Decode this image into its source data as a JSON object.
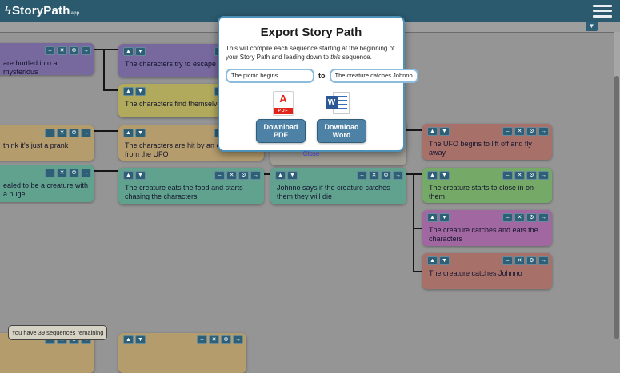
{
  "header": {
    "app_name": "StoryPath",
    "app_suffix": "app"
  },
  "icons": {
    "bolt": "ϟ",
    "filter": "▼",
    "pdf_letter": "A",
    "pdf_label": "PDF",
    "word_letter": "W",
    "menu": "hamburger"
  },
  "card_buttons": {
    "up": "▲",
    "down": "▼",
    "minimize": "–",
    "delete": "✕",
    "settings": "⚙",
    "link": "→"
  },
  "colors": {
    "header_bg": "#2b5a6e",
    "canvas_bg": "#959595",
    "card_button": "#2d5f76",
    "modal_border": "#4d90b8",
    "modal_button": "#4d81a6",
    "link": "#3e3ed8",
    "purple": "#77689d",
    "tan": "#b59c6d",
    "teal": "#61a28f",
    "olive": "#b1a95b",
    "rose": "#a7716a",
    "green": "#75a967",
    "magenta": "#a167a0"
  },
  "modal": {
    "title": "Export Story Path",
    "desc_before": "This will compile each sequence starting at the beginning of your Story Path and leading down to ",
    "desc_emphasis": "this",
    "desc_after": " sequence.",
    "from_value": "The picnic begins",
    "to_label": "to",
    "to_value": "The creature catches Johnno",
    "pdf_button": "Download PDF",
    "word_button": "Download Word",
    "close_label": "Close"
  },
  "status": {
    "remaining": "You have 39 sequences remaining"
  },
  "cards": [
    {
      "text": "are hurtled into a mysterious",
      "color": "#77689d"
    },
    {
      "text": "think it's just a prank",
      "color": "#b59c6d"
    },
    {
      "text": "ealed to be a creature with a huge",
      "color": "#61a28f"
    },
    {
      "text": "The characters try to escape",
      "color": "#77689d"
    },
    {
      "text": "The characters find themselves in limbo",
      "color": "#b1a95b"
    },
    {
      "text": "The characters are hit by an energy beam from the UFO",
      "color": "#b59c6d"
    },
    {
      "text": "The creature eats the food and starts chasing the characters",
      "color": "#61a28f"
    },
    {
      "text": "",
      "color": "#a09d95"
    },
    {
      "text": "Johnno says if the creature catches them they will die",
      "color": "#61a28f"
    },
    {
      "text": "The UFO begins to lift off and fly away",
      "color": "#a7716a"
    },
    {
      "text": "The creature starts to close in on them",
      "color": "#75a967"
    },
    {
      "text": "The creature catches and eats the characters",
      "color": "#a167a0"
    },
    {
      "text": "The creature catches Johnno",
      "color": "#a7716a"
    },
    {
      "text": "",
      "color": "#b59c6d"
    },
    {
      "text": "",
      "color": "#b59c6d"
    }
  ]
}
